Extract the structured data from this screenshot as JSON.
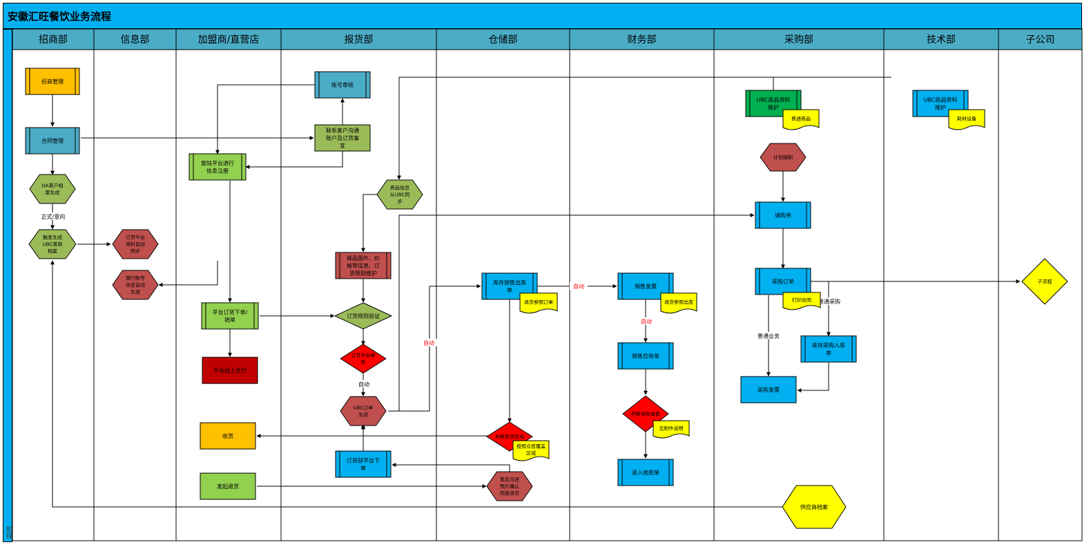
{
  "title": "安徽汇旺餐饮业务流程",
  "phase_label": "阶段",
  "lanes": [
    "招商部",
    "信息部",
    "加盟商/直营店",
    "报货部",
    "仓储部",
    "财务部",
    "采购部",
    "技术部",
    "子公司"
  ],
  "nodes": {
    "n1": "招商管理",
    "n2": "合同管理",
    "n3": "OA客户档\n案生成",
    "n4": "触发生成\nUBC客商\n档案",
    "n5": "订货平台\n资料自动\n同步",
    "n6": "银行账号\n信息自动\n生成",
    "n7": "登陆平台进行\n信息注册",
    "n8": "平台订货下单/\n销单",
    "n9": "平台线上支付",
    "n10": "收货",
    "n11": "发起退货",
    "n12": "账号审核",
    "n13": "联系客户沟通\n账户及订货事\n宜",
    "n14": "商品信息\n从UBC同\n步",
    "n15": "商品图片、价\n格等信息、订\n货规则维护",
    "n16": "订货规则验证",
    "n17": "订货平台审\n核",
    "n18": "UBC订单\n生成",
    "n19": "订货部平台下\n单",
    "n20": "库存销售出库\n单",
    "n21": "判断发货区域",
    "n22": "售后沟通\n照片确认\n同意退货",
    "n23": "销售发票",
    "n24": "销售应收单",
    "n25": "判断收款金额",
    "n26": "录入收款单",
    "n27": "UBC商品资料\n维护",
    "n28": "计划编制",
    "n29": "请购单",
    "n30": "采购订单",
    "n31": "库存采购入库\n单",
    "n32": "采购发票",
    "n33": "供应商档案",
    "n34": "UBC商品资料\n维护",
    "n35": "子流程"
  },
  "notes": {
    "d1": "普通商品",
    "d2": "耗材设备",
    "d3": "退货参照订单",
    "d4": "按照仓库覆盖\n区域",
    "d5": "退货参照出库",
    "d6": "见附件说明",
    "d7": "打印合同"
  },
  "edge_labels": {
    "e1": "正式/意向",
    "e2": "自动",
    "e3": "自动",
    "e4": "自动",
    "e5": "自动",
    "e6": "普通业务",
    "e7": "普通采购"
  },
  "colors": {
    "title_bar": "#00b0f0",
    "lane_header": "#4bacc6",
    "orange": "#ffc000",
    "blue_teal": "#4bacc6",
    "light_green": "#92d050",
    "olive_green": "#9bbb59",
    "brick_red": "#c0504d",
    "dark_red": "#c00000",
    "red": "#ff0000",
    "sky_blue": "#00b0f0",
    "green": "#00b050",
    "yellow": "#ffff00",
    "edge_label_red": "#ff0000"
  }
}
